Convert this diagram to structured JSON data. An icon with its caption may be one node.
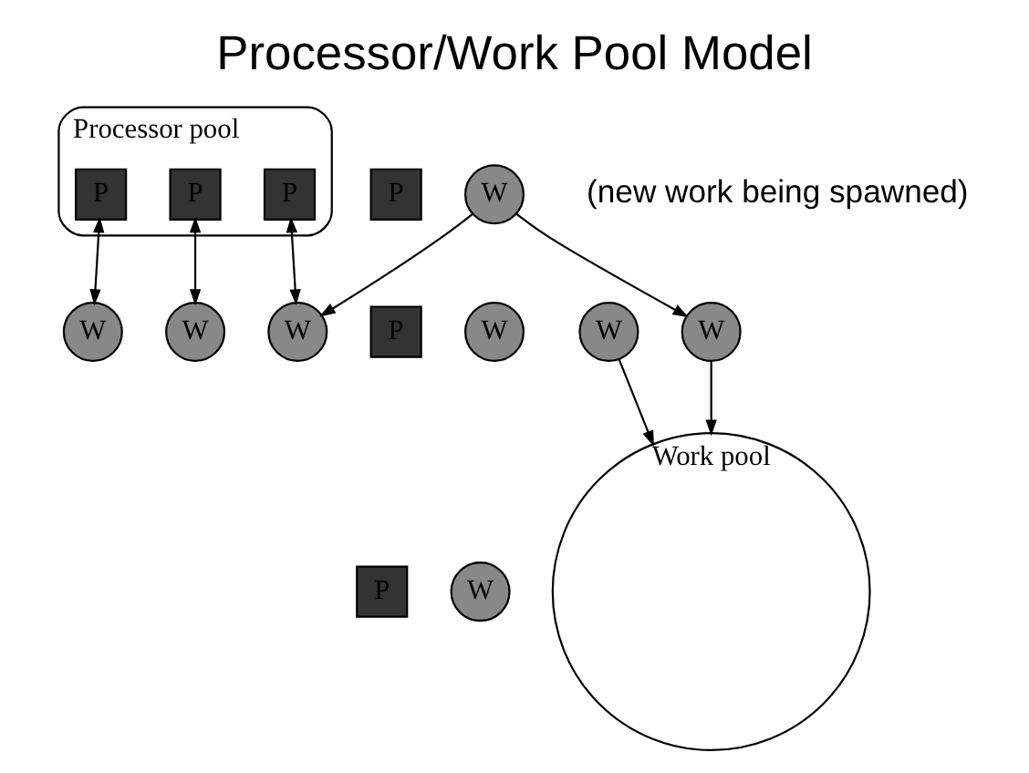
{
  "diagram": {
    "title": "Processor/Work Pool Model",
    "nodes": [
      {
        "text": [
          "Processor pool"
        ]
      },
      {
        "text": [
          "P"
        ],
        "in": 0
      },
      {
        "text": [
          "P"
        ],
        "in": 0
      },
      {
        "text": [
          "P"
        ],
        "in": 0
      },
      {
        "text": [
          "Work pool"
        ]
      },
      {
        "text": [
          "W"
        ]
      },
      {
        "text": [
          "W"
        ]
      },
      {
        "text": [
          "W"
        ]
      },
      {
        "text": [
          "W"
        ]
      },
      {
        "text": [
          "W"
        ]
      },
      {
        "text": [
          "P"
        ]
      },
      {
        "text": [
          "W"
        ]
      },
      {
        "text": [
          "P"
        ]
      },
      {
        "text": [
          "W"
        ]
      },
      {
        "text": [
          "P"
        ]
      },
      {
        "text": [
          "W"
        ]
      }
    ],
    "edges": [
      {
        "from": 1,
        "to": 5,
        "arrow": "both"
      },
      {
        "from": 2,
        "to": 6,
        "arrow": "both"
      },
      {
        "from": 3,
        "to": 7,
        "arrow": "both"
      },
      {
        "from": 8,
        "to": 4,
        "arrow": "to"
      },
      {
        "from": 9,
        "to": 4,
        "arrow": "to"
      },
      {
        "from": 11,
        "to": 7,
        "arrow": "to"
      },
      {
        "from": 11,
        "to": 9,
        "arrow": "to"
      }
    ],
    "labels": [
      "(new work being spawned)"
    ]
  }
}
